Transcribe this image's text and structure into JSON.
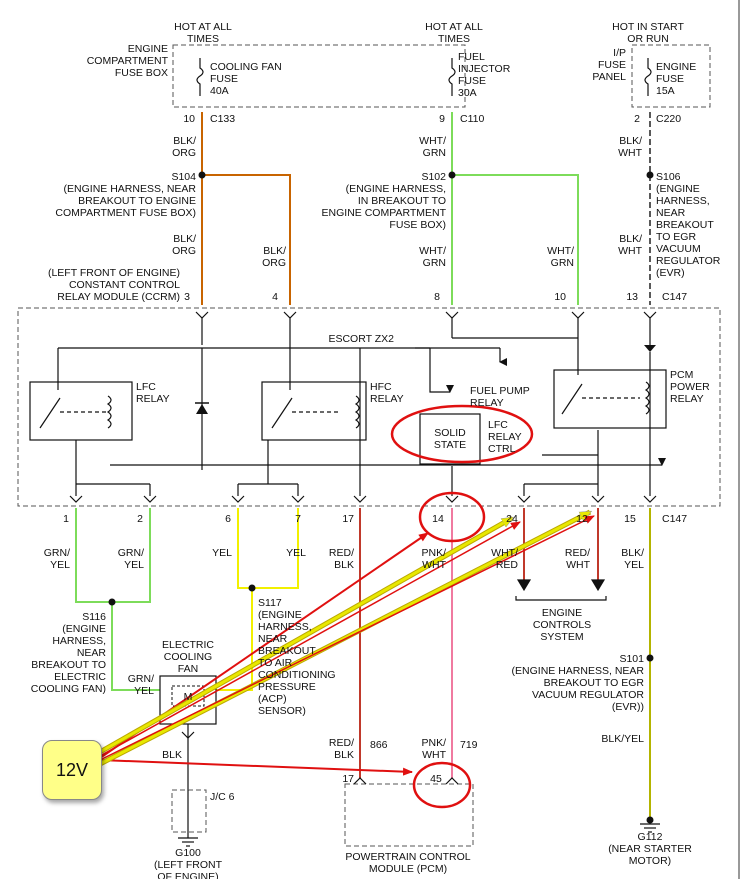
{
  "fuse_boxes": {
    "hot_all_times_1": "HOT AT ALL\nTIMES",
    "engine_compartment_label": "ENGINE\nCOMPARTMENT\nFUSE BOX",
    "cooling_fan_fuse": "COOLING FAN\nFUSE\n40A",
    "hot_all_times_2": "HOT AT ALL\nTIMES",
    "fuel_injector_fuse": "FUEL\nINJECTOR\nFUSE\n30A",
    "hot_start_run": "HOT IN START\nOR RUN",
    "ip_fuse_panel": "I/P\nFUSE\nPANEL",
    "engine_fuse": "ENGINE\nFUSE\n15A"
  },
  "connectors": {
    "c133_pin": "10",
    "c133": "C133",
    "c110_pin": "9",
    "c110": "C110",
    "c220_pin": "2",
    "c220": "C220",
    "c147_top": "C147",
    "c147_bottom": "C147"
  },
  "wire_colors": {
    "blk_org": "BLK/\nORG",
    "wht_grn": "WHT/\nGRN",
    "blk_wht": "BLK/\nWHT",
    "grn_yel": "GRN/\nYEL",
    "yel": "YEL",
    "red_blk": "RED/\nBLK",
    "pnk_wht": "PNK/\nWHT",
    "wht_red": "WHT/\nRED",
    "red_wht": "RED/\nWHT",
    "blk_yel": "BLK/\nYEL",
    "blk_yel_inline": "BLK/YEL",
    "blk": "BLK",
    "circuit_866": "866",
    "circuit_719": "719"
  },
  "splices": {
    "s104": "S104\n(ENGINE HARNESS, NEAR\nBREAKOUT TO ENGINE\nCOMPARTMENT FUSE BOX)",
    "s102": "S102\n(ENGINE HARNESS,\nIN BREAKOUT TO\nENGINE COMPARTMENT\nFUSE BOX)",
    "s106": "S106\n(ENGINE\nHARNESS,\nNEAR\nBREAKOUT\nTO EGR\nVACUUM\nREGULATOR\n(EVR)",
    "s116": "S116\n(ENGINE\nHARNESS,\nNEAR\nBREAKOUT TO\nELECTRIC\nCOOLING FAN)",
    "s117": "S117\n(ENGINE\nHARNESS,\nNEAR\nBREAKOUT\nTO AIR\nCONDITIONING\nPRESSURE\n(ACP)\nSENSOR)",
    "s101": "S101\n(ENGINE HARNESS, NEAR\nBREAKOUT TO EGR\nVACUUM REGULATOR\n(EVR))"
  },
  "module": {
    "ccrm": "(LEFT FRONT OF ENGINE)\nCONSTANT CONTROL\nRELAY MODULE (CCRM)",
    "escort": "ESCORT ZX2",
    "lfc_relay": "LFC\nRELAY",
    "hfc_relay": "HFC\nRELAY",
    "fuel_pump_relay": "FUEL PUMP\nRELAY",
    "solid_state": "SOLID\nSTATE",
    "lfc_relay_ctrl": "LFC\nRELAY\nCTRL",
    "pcm_power_relay": "PCM\nPOWER\nRELAY",
    "top_pins": [
      "3",
      "4",
      "8",
      "10",
      "13"
    ],
    "bottom_pins": [
      "1",
      "2",
      "6",
      "7",
      "17",
      "14",
      "24",
      "12",
      "15"
    ]
  },
  "components": {
    "electric_cooling_fan": "ELECTRIC\nCOOLING\nFAN",
    "motor": "M",
    "engine_controls_system": "ENGINE\nCONTROLS\nSYSTEM",
    "jc6": "J/C 6",
    "g100": "G100\n(LEFT FRONT\nOF ENGINE)",
    "g112": "G112\n(NEAR STARTER\nMOTOR)",
    "pcm": "POWERTRAIN CONTROL\nMODULE (PCM)",
    "pcm_pin_17": "17",
    "pcm_pin_45": "45"
  },
  "callout": {
    "label": "12V"
  },
  "colors": {
    "orange_wire": "#c86400",
    "green_wire": "#7ddc5a",
    "yellow_wire": "#f2f000",
    "red_wire": "#c0392b",
    "pink_wire": "#f07aa0",
    "olive_wire": "#b4b400",
    "annotation_red": "#e01010",
    "annotation_yellow": "#e8e800"
  }
}
